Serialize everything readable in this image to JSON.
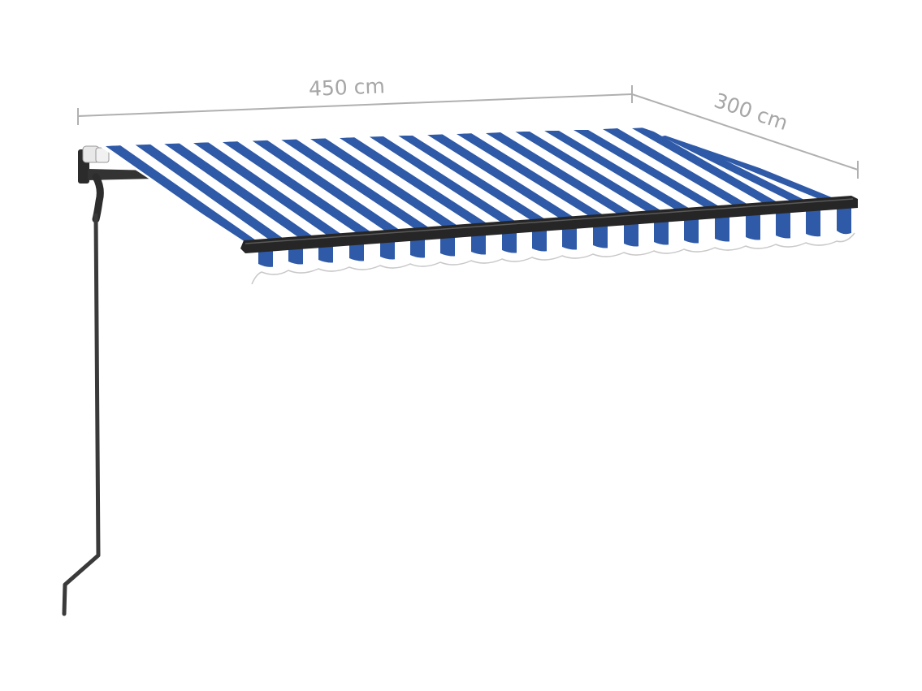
{
  "product_image": {
    "subject": "Retractable awning with hand crank",
    "dimensions": {
      "width_label": "450 cm",
      "depth_label": "300 cm"
    },
    "colors": {
      "stripe_blue": "#2f5aa8",
      "stripe_white": "#ffffff",
      "frame": "#2b2b2b",
      "dimension_line": "#b0b0b0",
      "dimension_text": "#a6a6a6",
      "background": "#ffffff"
    }
  }
}
